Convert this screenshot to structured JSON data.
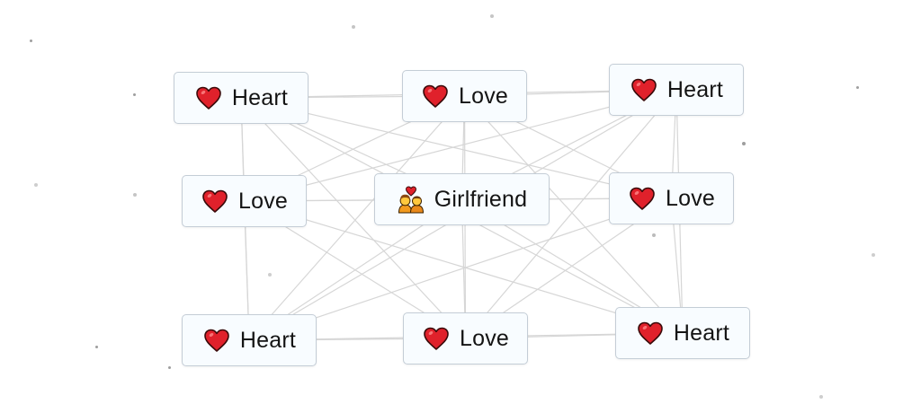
{
  "colors": {
    "background": "#ffffff",
    "tile_fill": "#f8fcff",
    "tile_border": "#c4cdd6",
    "link_line": "#d6d6d6",
    "heart_red": "#e0212b"
  },
  "elements": [
    {
      "id": "heart-1",
      "label": "Heart",
      "icon": "red-heart-icon"
    },
    {
      "id": "love-1",
      "label": "Love",
      "icon": "red-heart-icon"
    },
    {
      "id": "heart-2",
      "label": "Heart",
      "icon": "red-heart-icon"
    },
    {
      "id": "love-2",
      "label": "Love",
      "icon": "red-heart-icon"
    },
    {
      "id": "girlfriend",
      "label": "Girlfriend",
      "icon": "couple-with-heart-icon"
    },
    {
      "id": "love-3",
      "label": "Love",
      "icon": "red-heart-icon"
    },
    {
      "id": "heart-3",
      "label": "Heart",
      "icon": "red-heart-icon"
    },
    {
      "id": "love-4",
      "label": "Love",
      "icon": "red-heart-icon"
    },
    {
      "id": "heart-4",
      "label": "Heart",
      "icon": "red-heart-icon"
    }
  ]
}
